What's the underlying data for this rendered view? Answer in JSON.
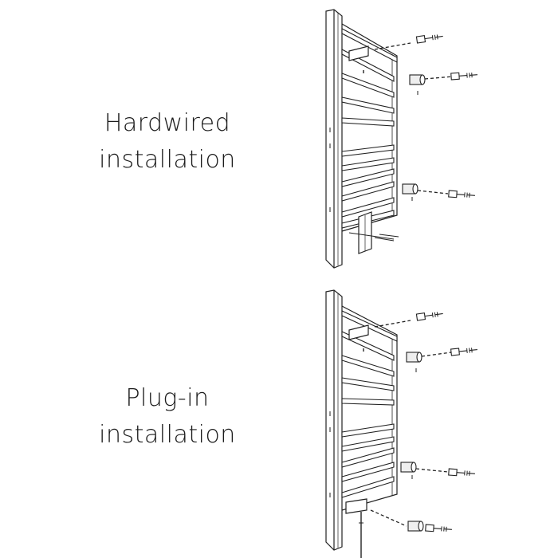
{
  "hardwired": {
    "line1": "Hardwired",
    "line2": "installation"
  },
  "plugin": {
    "line1": "Plug-in",
    "line2": "installation"
  }
}
